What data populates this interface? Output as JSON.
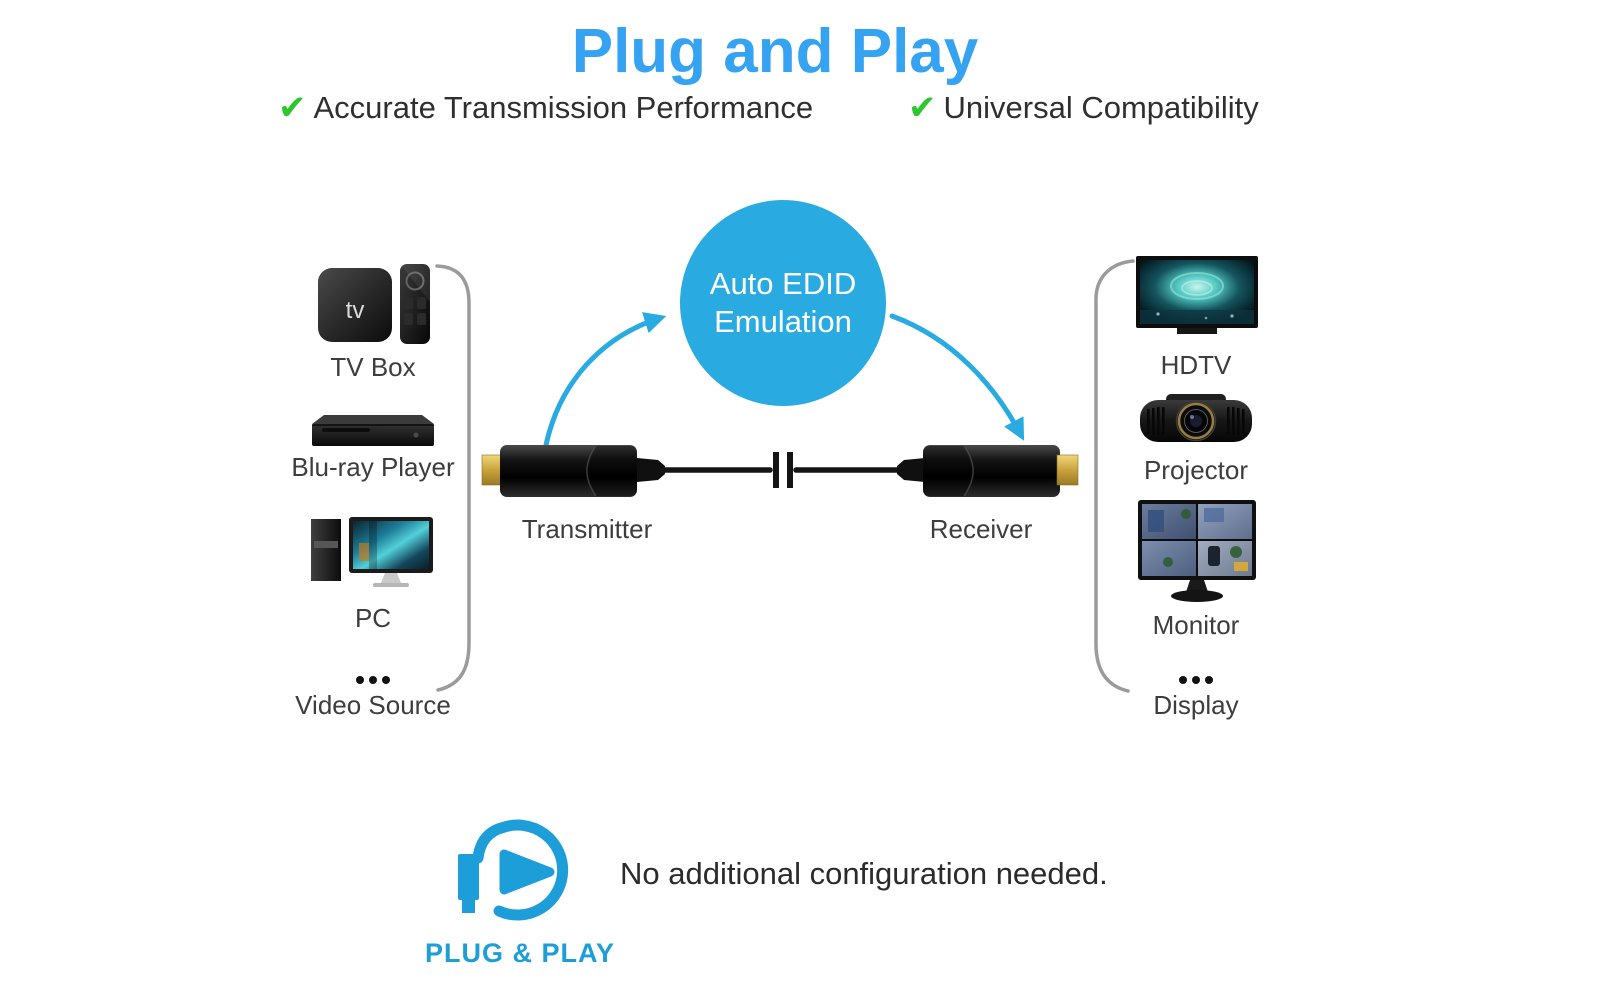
{
  "title": "Plug and Play",
  "colors": {
    "title_blue": "#35A2F2",
    "accent_blue": "#29ABE2",
    "icon_blue": "#1E9ED9",
    "check_green": "#2DC62D",
    "bracket_gray": "#9b9b9b"
  },
  "features": [
    {
      "check": "✔",
      "label": "Accurate Transmission Performance"
    },
    {
      "check": "✔",
      "label": "Universal Compatibility"
    }
  ],
  "diagram": {
    "edid_circle": {
      "line1": "Auto EDID",
      "line2": "Emulation"
    },
    "transmitter_label": "Transmitter",
    "receiver_label": "Receiver",
    "tv_glyph": "tv",
    "sources": {
      "items": [
        "TV Box",
        "Blu-ray Player",
        "PC"
      ],
      "ellipsis": "...",
      "group_label": "Video Source"
    },
    "displays": {
      "items": [
        "HDTV",
        "Projector",
        "Monitor"
      ],
      "ellipsis": "...",
      "group_label": "Display"
    }
  },
  "footer": {
    "icon_label": "PLUG & PLAY",
    "note": "No additional configuration needed."
  }
}
